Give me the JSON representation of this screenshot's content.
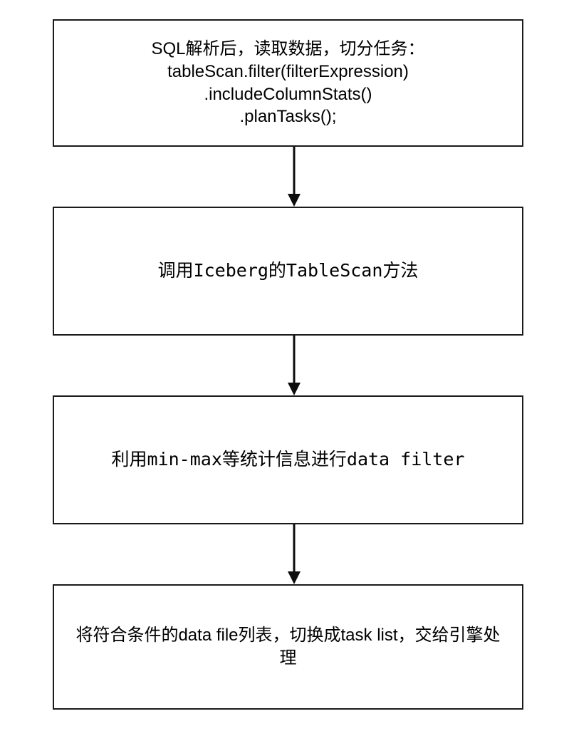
{
  "diagram": {
    "title": "Iceberg TableScan flow",
    "background_color": "#ffffff",
    "stroke_color": "#1a1a1a",
    "nodes": [
      {
        "id": "node-1",
        "shape": "rectangle",
        "text": "SQL解析后，读取数据，切分任务：\ntableScan.filter(filterExpression)\n                 .includeColumnStats()\n                 .planTasks();"
      },
      {
        "id": "node-2",
        "shape": "rectangle",
        "text": "调用Iceberg的TableScan方法"
      },
      {
        "id": "node-3",
        "shape": "rectangle",
        "text": "利用min-max等统计信息进行data filter"
      },
      {
        "id": "node-4",
        "shape": "rectangle",
        "text": "将符合条件的data file列表，切换成task list，交给引擎处理"
      }
    ],
    "edges": [
      {
        "id": "edge-1-2",
        "from": "node-1",
        "to": "node-2",
        "label": "",
        "style": "solid-arrow"
      },
      {
        "id": "edge-2-3",
        "from": "node-2",
        "to": "node-3",
        "label": "",
        "style": "solid-arrow"
      },
      {
        "id": "edge-3-4",
        "from": "node-3",
        "to": "node-4",
        "label": "",
        "style": "solid-arrow"
      }
    ]
  }
}
